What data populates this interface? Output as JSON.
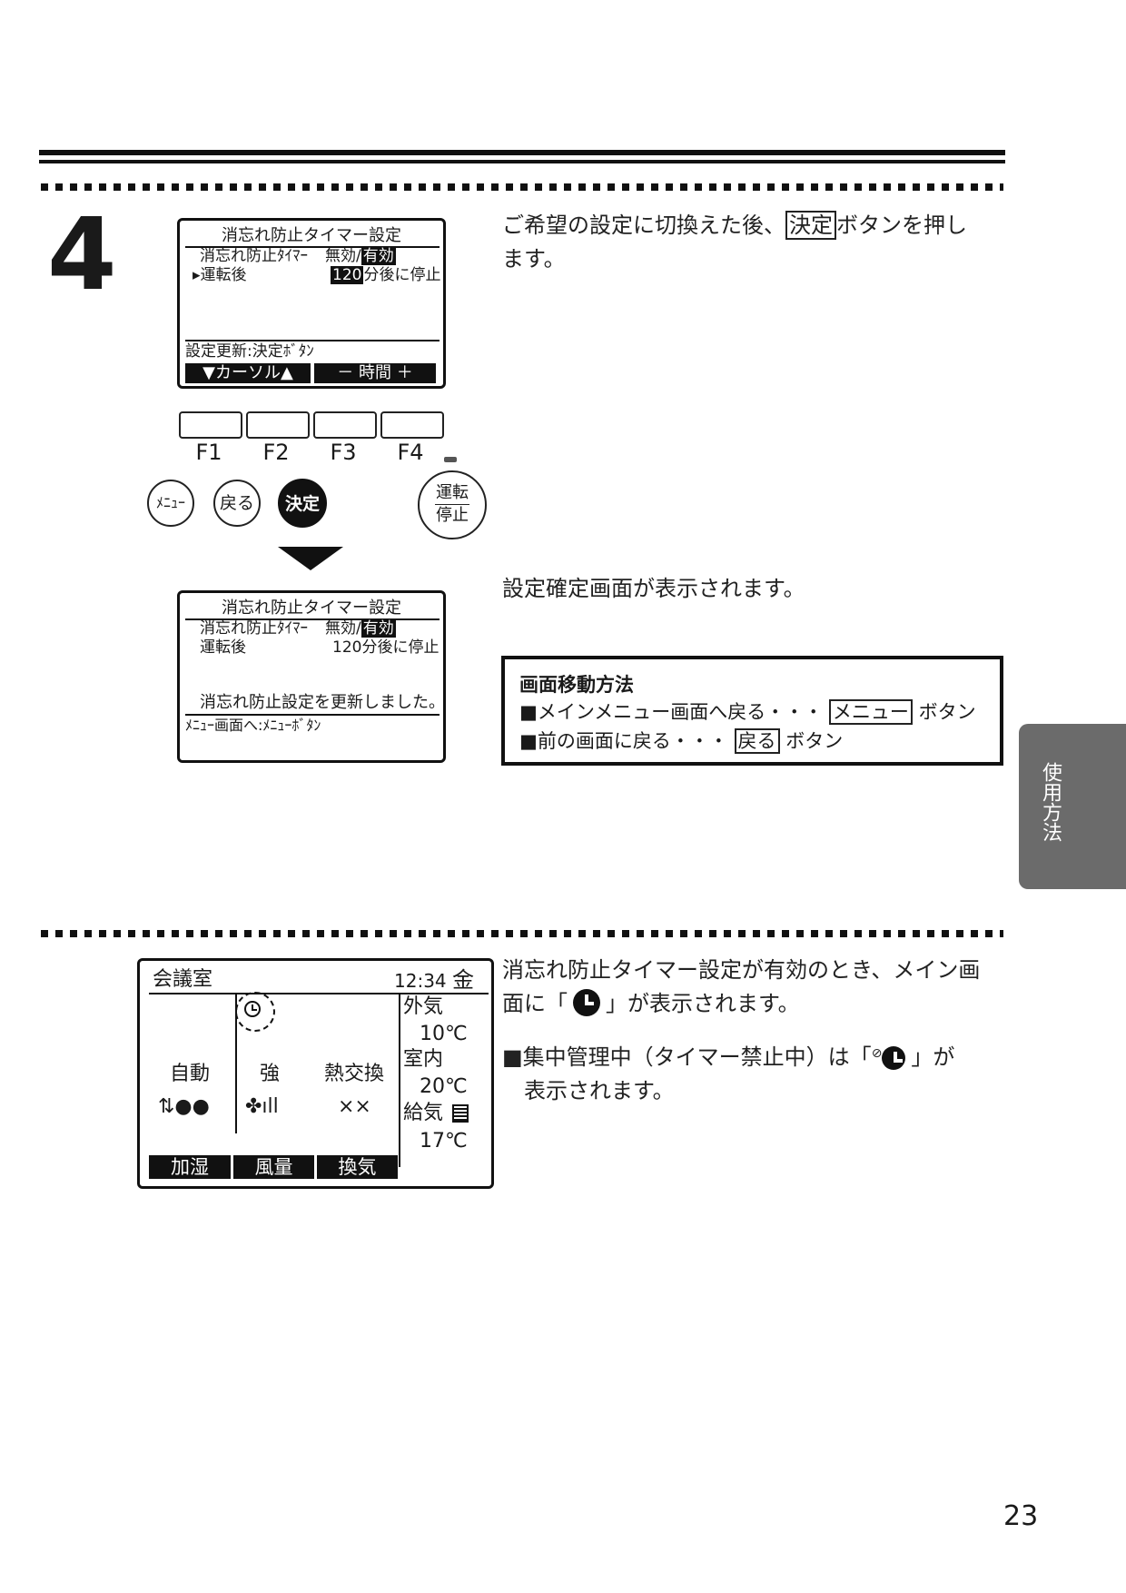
{
  "step_number": "4",
  "screen1": {
    "title": "消忘れ防止タイマー設定",
    "row1_label": "消忘れ防止ﾀｲﾏｰ",
    "row1_value_plain": "無効/",
    "row1_value_selected": "有効",
    "row2_label": "▸運転後",
    "row2_value_selected": "120",
    "row2_value_suffix": "分後に停止",
    "footer_hint": "設定更新:決定ﾎﾞﾀﾝ",
    "soft_left": "▼カーソル▲",
    "soft_right": "－ 時間 ＋"
  },
  "fkeys": [
    "F1",
    "F2",
    "F3",
    "F4"
  ],
  "buttons": {
    "menu": "ﾒﾆｭｰ",
    "back": "戻る",
    "enter": "決定",
    "run_top": "運転",
    "run_bottom": "停止"
  },
  "screen2": {
    "title": "消忘れ防止タイマー設定",
    "row1_label": "消忘れ防止ﾀｲﾏｰ",
    "row1_value_plain": "無効/",
    "row1_value_selected": "有効",
    "row2_label": "運転後",
    "row2_value": "120分後に停止",
    "message": "消忘れ防止設定を更新しました。",
    "footer_hint": "ﾒﾆｭｰ画面へ:ﾒﾆｭｰﾎﾞﾀﾝ"
  },
  "instructions": {
    "step4_a": "ご希望の設定に切換えた後、",
    "step4_btn": "決定",
    "step4_b": "ボタンを押し",
    "step4_c": "ます。",
    "confirm": "設定確定画面が表示されます。"
  },
  "nav_box": {
    "title": "画面移動方法",
    "line1_a": "■メインメニュー画面へ戻る・・・",
    "line1_btn": "メニュー",
    "line1_b": "ボタン",
    "line2_a": "■前の画面に戻る・・・",
    "line2_btn": "戻る",
    "line2_b": "ボタン"
  },
  "side_tab": "使用方法",
  "main_screen": {
    "room": "会議室",
    "time": "12:34",
    "day": "金",
    "outside_label": "外気",
    "outside_temp": "10℃",
    "inside_label": "室内",
    "inside_temp": "20℃",
    "supply_label": "給気",
    "supply_temp": "17℃",
    "mode1": "自動",
    "mode2": "強",
    "mode3": "熱交換",
    "soft1": "加湿",
    "soft2": "風量",
    "soft3": "換気"
  },
  "note": {
    "line1": "消忘れ防止タイマー設定が有効のとき、メイン画",
    "line2_a": "面に「",
    "line2_b": "」が表示されます。",
    "line3_a": "■集中管理中（タイマー禁止中）は「",
    "line3_b": "」が",
    "line4": "表示されます。"
  },
  "page_number": "23"
}
